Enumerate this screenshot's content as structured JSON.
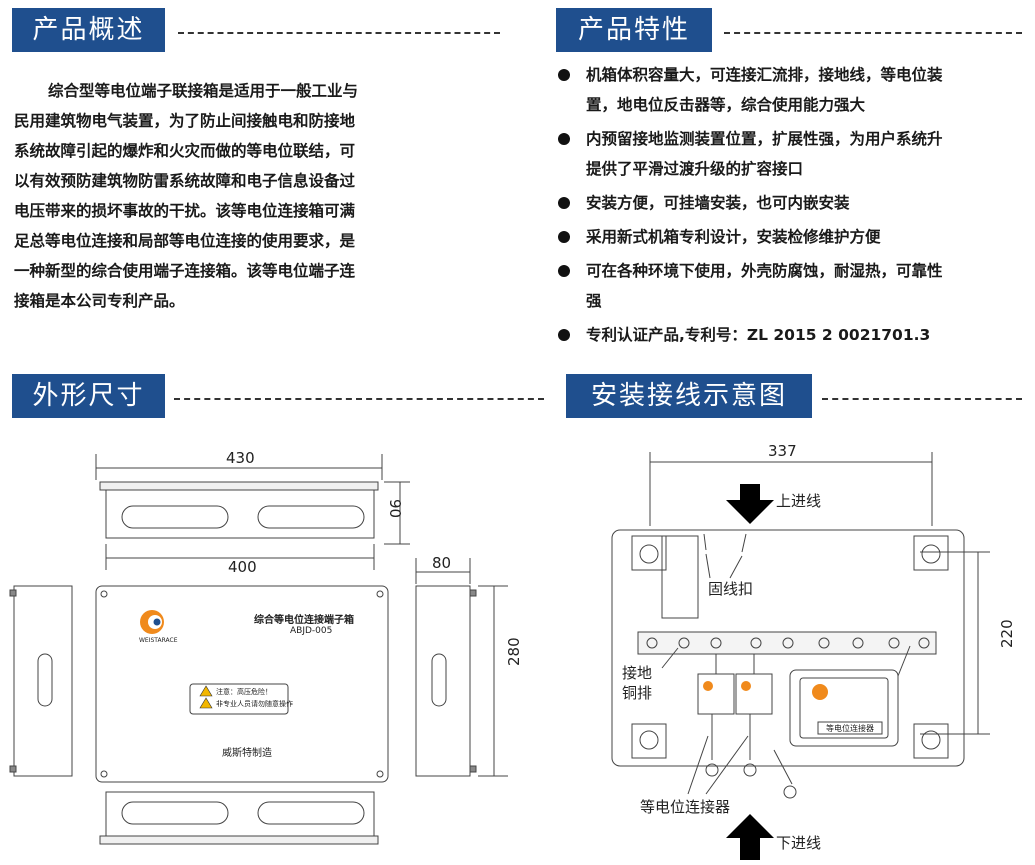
{
  "sections": {
    "overview": {
      "title": "产品概述",
      "lines": [
        "综合型等电位端子联接箱是适用于一般工业与",
        "民用建筑物电气装置，为了防止间接触电和防接地",
        "系统故障引起的爆炸和火灾而做的等电位联结，可",
        "以有效预防建筑物防雷系统故障和电子信息设备过",
        "电压带来的损坏事故的干扰。该等电位连接箱可满",
        "足总等电位连接和局部等电位连接的使用要求，是",
        "一种新型的综合使用端子连接箱。该等电位端子连",
        "接箱是本公司专利产品。"
      ]
    },
    "features": {
      "title": "产品特性",
      "items": [
        [
          "机箱体积容量大，可连接汇流排，接地线，等电位装",
          "置，地电位反击器等，综合使用能力强大"
        ],
        [
          "内预留接地监测装置位置，扩展性强，为用户系统升",
          "提供了平滑过渡升级的扩容接口"
        ],
        [
          "安装方便，可挂墙安装，也可内嵌安装"
        ],
        [
          "采用新式机箱专利设计，安装检修维护方便"
        ],
        [
          "可在各种环境下使用，外壳防腐蚀，耐湿热，可靠性",
          "强"
        ],
        [
          "专利认证产品,专利号：ZL 2015 2 0021701.3"
        ]
      ]
    },
    "dimensions": {
      "title": "外形尺寸",
      "dim_430": "430",
      "dim_90": "90",
      "dim_400": "400",
      "dim_80": "80",
      "dim_280": "280",
      "panel_title": "综合等电位连接端子箱",
      "panel_model": "ABJD-005",
      "brand": "WEISTARACE",
      "warning_1": "注意：高压危险！",
      "warning_2": "非专业人员请勿随意操作",
      "maker": "威斯特制造"
    },
    "wiring": {
      "title": "安装接线示意图",
      "dim_337": "337",
      "dim_220": "220",
      "top_inlet": "上进线",
      "clamp": "固线扣",
      "ground_bar_1": "接地",
      "ground_bar_2": "铜排",
      "connector_label": "等电位连接器",
      "connector_tag": "等电位连接器",
      "bottom_inlet": "下进线"
    }
  },
  "colors": {
    "header_bg": "#1f4f8e",
    "header_text": "#ffffff",
    "brand_orange": "#f08a1c",
    "line": "#333333"
  }
}
